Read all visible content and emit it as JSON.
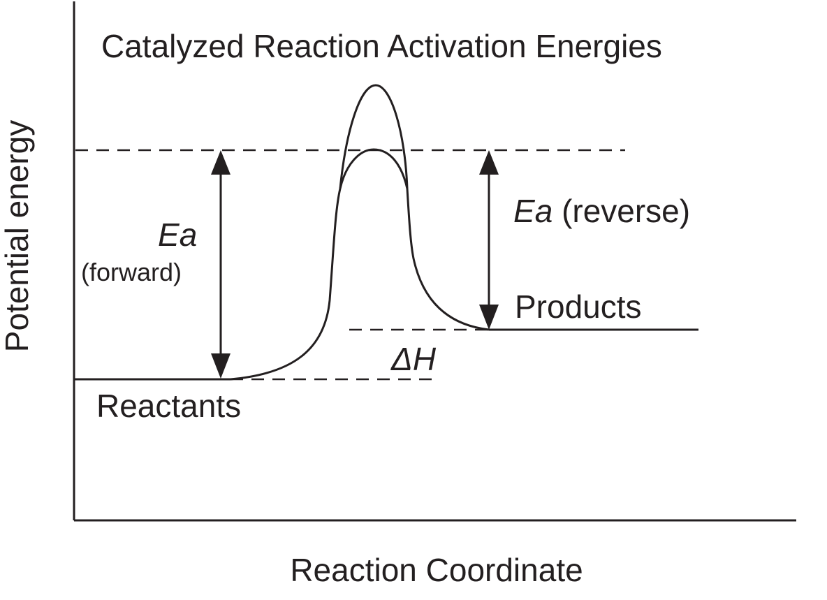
{
  "title": "Catalyzed Reaction Activation Energies",
  "axes": {
    "x_label": "Reaction Coordinate",
    "y_label": "Potential energy"
  },
  "labels": {
    "reactants": "Reactants",
    "products": "Products",
    "ea_symbol": "E",
    "ea_subscript": "a",
    "forward": "(forward)",
    "reverse": "(reverse)",
    "delta_h": "ΔH"
  },
  "colors": {
    "ink": "#231f20",
    "background": "#ffffff"
  }
}
